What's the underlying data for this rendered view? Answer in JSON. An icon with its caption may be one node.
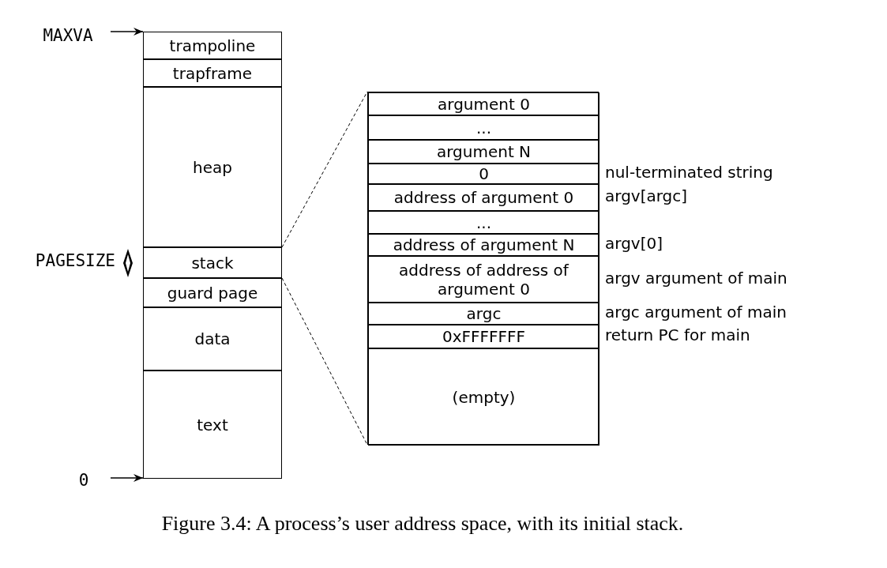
{
  "diagram": {
    "caption": "Figure 3.4: A process’s user address space, with its initial stack.",
    "nodes": [
      {
        "text": [
          "MAXVA"
        ]
      },
      {
        "text": [
          "trampoline"
        ]
      },
      {
        "text": [
          "trapframe"
        ]
      },
      {
        "text": [
          "heap"
        ]
      },
      {
        "text": [
          "stack"
        ]
      },
      {
        "text": [
          "guard page"
        ]
      },
      {
        "text": [
          "data"
        ]
      },
      {
        "text": [
          "text"
        ]
      },
      {
        "text": [
          "0"
        ]
      },
      {
        "text": [],
        "shape": "box"
      },
      {
        "text": [
          "argument 0"
        ],
        "in": 9
      },
      {
        "text": [
          "..."
        ],
        "in": 9
      },
      {
        "text": [
          "argument N"
        ],
        "in": 9
      },
      {
        "text": [
          "0"
        ],
        "in": 9,
        "beside": [
          "nul-terminated string"
        ]
      },
      {
        "text": [
          "address of argument 0"
        ],
        "in": 9,
        "beside": [
          "argv[argc]"
        ]
      },
      {
        "text": [
          "..."
        ],
        "in": 9
      },
      {
        "text": [
          "address of argument N"
        ],
        "in": 9,
        "beside": [
          "argv[0]"
        ]
      },
      {
        "text": [
          "address of address of argument 0"
        ],
        "in": 9,
        "beside": [
          "argv argument of main"
        ]
      },
      {
        "text": [
          "argc"
        ],
        "in": 9,
        "beside": [
          "argc argument of main"
        ]
      },
      {
        "text": [
          "0xFFFFFFF"
        ],
        "in": 9,
        "beside": [
          "return PC for main"
        ]
      },
      {
        "text": [
          "(empty)"
        ],
        "in": 9
      }
    ],
    "edges": [
      {
        "from": 0,
        "to": 1,
        "arrow": "to"
      },
      {
        "from": 8,
        "to": 7,
        "arrow": "to"
      },
      {
        "from": 4,
        "to": 9,
        "arrow": "none",
        "style": "dashed"
      },
      {
        "from": 4,
        "to": 9,
        "arrow": "none",
        "style": "dashed"
      }
    ],
    "labels": [
      "PAGESIZE"
    ]
  }
}
